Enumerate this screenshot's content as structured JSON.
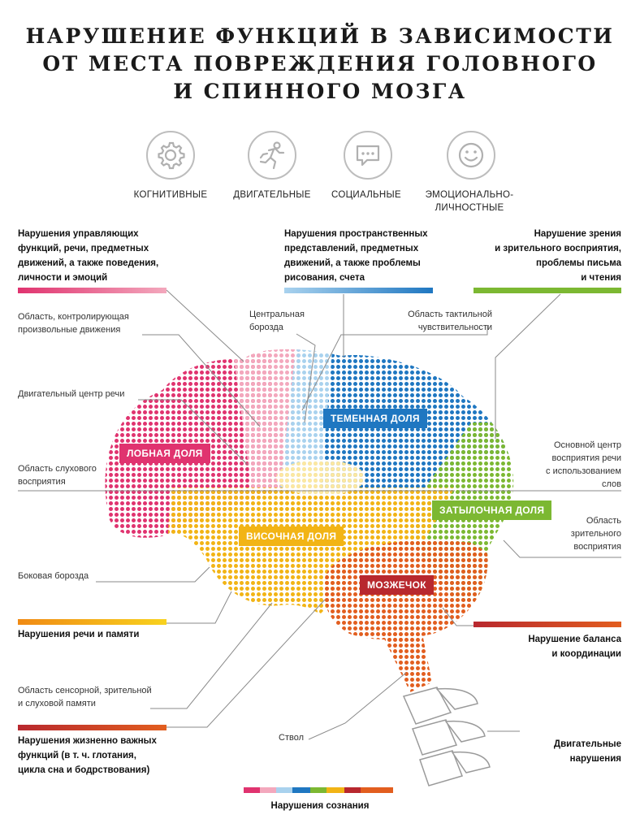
{
  "title": {
    "line1": "НАРУШЕНИЕ ФУНКЦИЙ В ЗАВИСИМОСТИ",
    "line2": "ОТ МЕСТА ПОВРЕЖДЕНИЯ ГОЛОВНОГО",
    "line3": "И СПИННОГО МОЗГА"
  },
  "categories": [
    {
      "icon": "gear-icon",
      "label": "КОГНИТИВНЫЕ"
    },
    {
      "icon": "running-person-icon",
      "label": "ДВИГАТЕЛЬНЫЕ"
    },
    {
      "icon": "speech-bubble-icon",
      "label": "СОЦИАЛЬНЫЕ"
    },
    {
      "icon": "smiley-icon",
      "label_line1": "ЭМОЦИОНАЛЬНО-",
      "label_line2": "ЛИЧНОСТНЫЕ"
    }
  ],
  "disorders": {
    "frontal": [
      "Нарушения управляющих",
      "функций, речи, предметных",
      "движений, а также поведения,",
      "личности и эмоций"
    ],
    "parietal": [
      "Нарушения пространственных",
      "представлений, предметных",
      "движений, а также проблемы",
      "рисования, счета"
    ],
    "occipital": [
      "Нарушение зрения",
      "и зрительного восприятия,",
      "проблемы письма",
      "и чтения"
    ],
    "temporal": [
      "Нарушения речи и памяти"
    ],
    "cerebellum": [
      "Нарушение баланса",
      "и координации"
    ],
    "stem": [
      "Нарушения жизненно важных",
      "функций (в т. ч. глотания,",
      "цикла сна и бодрствования)"
    ],
    "spine": [
      "Двигательные",
      "нарушения"
    ],
    "consciousness": "Нарушения сознания"
  },
  "annotations": {
    "motor_area": [
      "Область, контролирующая",
      "произвольные движения"
    ],
    "speech_motor": "Двигательный центр речи",
    "auditory": [
      "Область слухового",
      "восприятия"
    ],
    "lateral_sulcus": "Боковая борозда",
    "memory": [
      "Область сенсорной, зрительной",
      "и слуховой памяти"
    ],
    "stem_label": "Ствол",
    "central_sulcus": [
      "Центральная",
      "борозда"
    ],
    "tactile": [
      "Область тактильной",
      "чувствительности"
    ],
    "speech_center": [
      "Основной центр",
      "восприятия речи",
      "с использованием",
      "слов"
    ],
    "visual_area": [
      "Область",
      "зрительного",
      "восприятия"
    ]
  },
  "lobes": {
    "frontal": "ЛОБНАЯ ДОЛЯ",
    "parietal": "ТЕМЕННАЯ ДОЛЯ",
    "temporal": "ВИСОЧНАЯ ДОЛЯ",
    "occipital": "ЗАТЫЛОЧНАЯ ДОЛЯ",
    "cerebellum": "МОЗЖЕЧОК"
  },
  "colors": {
    "frontal": "#e0336f",
    "frontal_light": "#f3a8bd",
    "parietal": "#1f77c1",
    "parietal_light": "#a9d2ee",
    "temporal": "#f2b415",
    "temporal_light": "#fde8a0",
    "occipital": "#7cb832",
    "cerebellum": "#e25e1f",
    "stem": "#b8282e"
  }
}
